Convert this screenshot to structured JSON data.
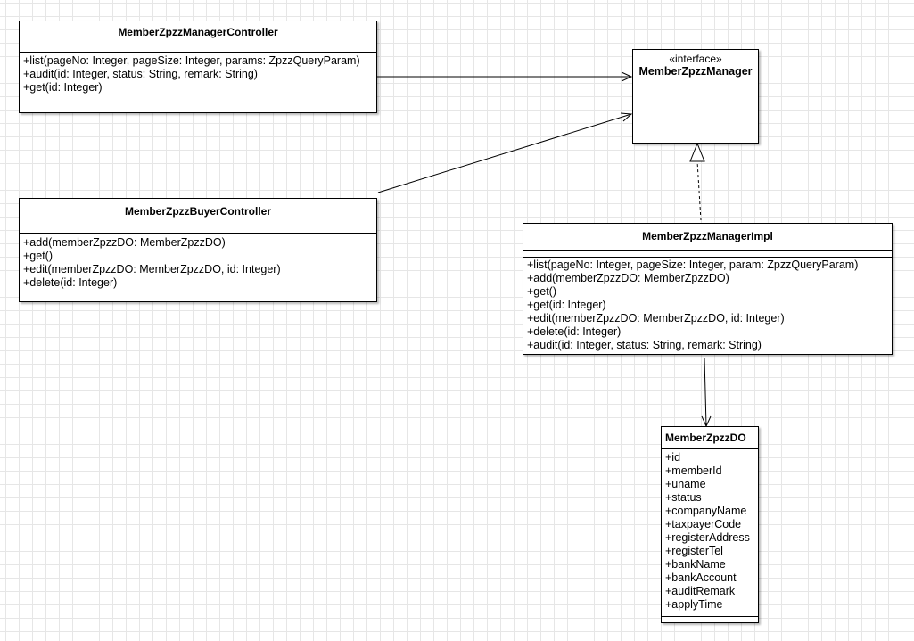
{
  "classes": {
    "manager_controller": {
      "name": "MemberZpzzManagerController",
      "methods": [
        "+list(pageNo: Integer, pageSize: Integer, params: ZpzzQueryParam)",
        "+audit(id: Integer, status: String, remark: String)",
        "+get(id: Integer)"
      ]
    },
    "buyer_controller": {
      "name": "MemberZpzzBuyerController",
      "methods": [
        "+add(memberZpzzDO: MemberZpzzDO)",
        "+get()",
        "+edit(memberZpzzDO: MemberZpzzDO, id: Integer)",
        "+delete(id: Integer)"
      ]
    },
    "manager_interface": {
      "stereotype": "«interface»",
      "name": "MemberZpzzManager"
    },
    "manager_impl": {
      "name": "MemberZpzzManagerImpl",
      "methods": [
        "+list(pageNo: Integer, pageSize: Integer, param: ZpzzQueryParam)",
        "+add(memberZpzzDO: MemberZpzzDO)",
        "+get()",
        "+get(id: Integer)",
        "+edit(memberZpzzDO: MemberZpzzDO, id: Integer)",
        "+delete(id: Integer)",
        "+audit(id: Integer, status: String, remark: String)"
      ]
    },
    "member_do": {
      "name": "MemberZpzzDO",
      "attributes": [
        "+id",
        "+memberId",
        "+uname",
        "+status",
        "+companyName",
        "+taxpayerCode",
        "+registerAddress",
        "+registerTel",
        "+bankName",
        "+bankAccount",
        "+auditRemark",
        "+applyTime"
      ]
    }
  },
  "relations": [
    {
      "from": "MemberZpzzManagerController",
      "to": "MemberZpzzManager",
      "kind": "association"
    },
    {
      "from": "MemberZpzzBuyerController",
      "to": "MemberZpzzManager",
      "kind": "association"
    },
    {
      "from": "MemberZpzzManagerImpl",
      "to": "MemberZpzzManager",
      "kind": "realization"
    },
    {
      "from": "MemberZpzzManagerImpl",
      "to": "MemberZpzzDO",
      "kind": "association"
    }
  ]
}
